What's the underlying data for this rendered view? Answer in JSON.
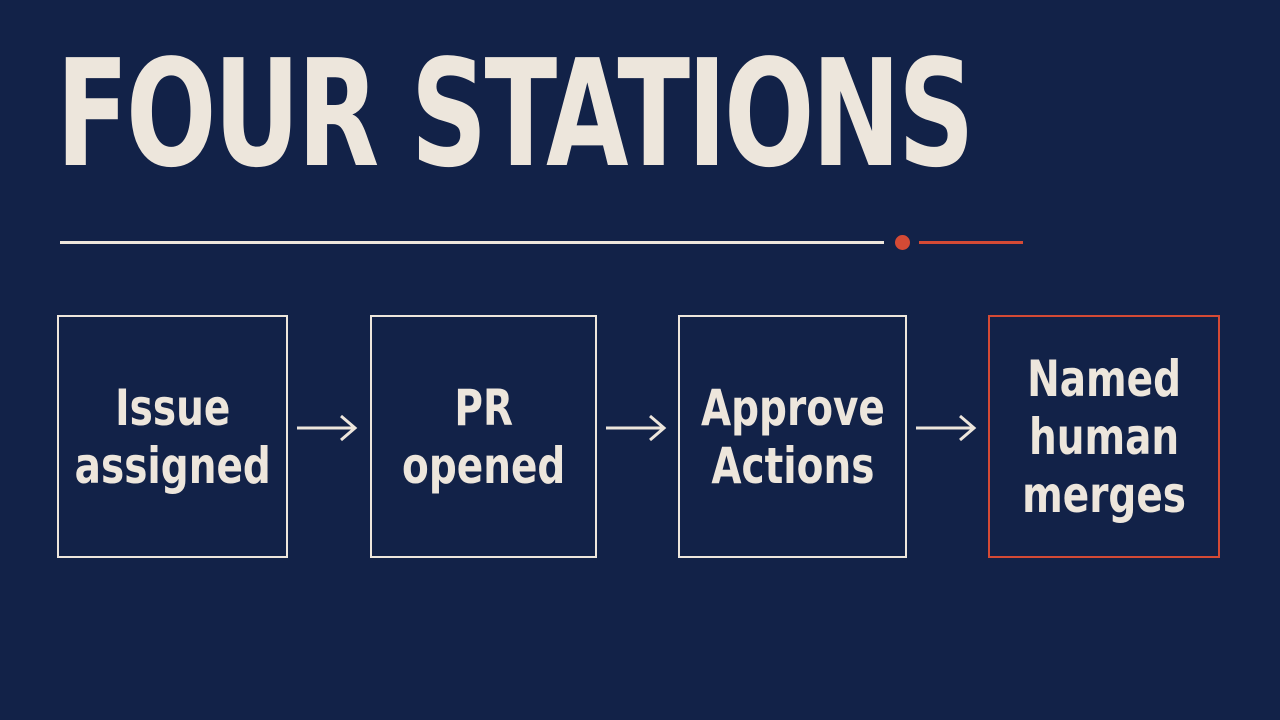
{
  "slide": {
    "title": "FOUR STATIONS"
  },
  "stations": [
    {
      "label": "Issue\nassigned"
    },
    {
      "label": "PR\nopened"
    },
    {
      "label": "Approve\nActions"
    },
    {
      "label": "Named\nhuman\nmerges"
    }
  ],
  "colors": {
    "background": "#122248",
    "foreground": "#ede6dc",
    "accent": "#d44a35"
  },
  "icons": [
    "arrow-right-icon",
    "arrow-right-icon",
    "arrow-right-icon"
  ]
}
